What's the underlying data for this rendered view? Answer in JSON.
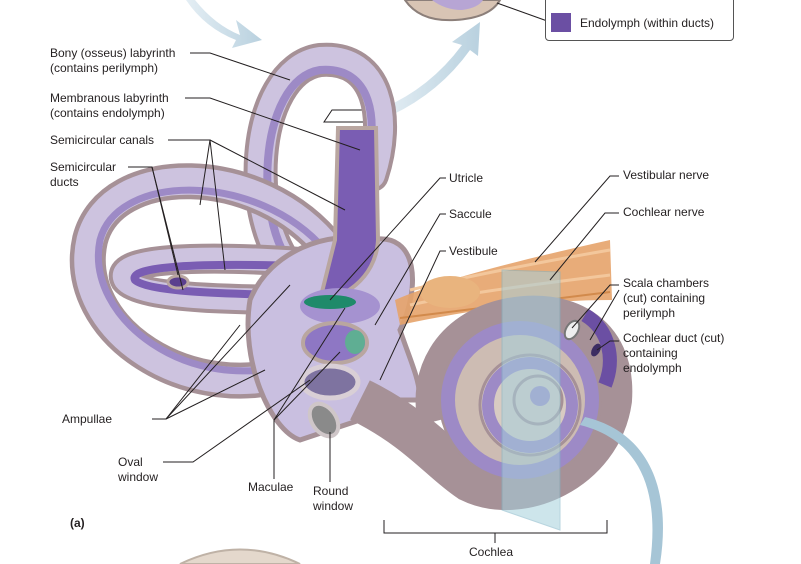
{
  "legend": {
    "label": "Endolymph (within ducts)",
    "swatch_color": "#6b4fa3"
  },
  "colors": {
    "perilymph": "#ccc3dd",
    "endolymph": "#7a5db3",
    "bone_outer": "#b9a6a0",
    "nerve": "#e6a36a",
    "leader": "#231f20"
  },
  "labels": {
    "bony_labyrinth": "Bony (osseus) labyrinth\n(contains perilymph)",
    "membranous_labyrinth": "Membranous labyrinth\n(contains endolymph)",
    "semicircular_canals": "Semicircular canals",
    "semicircular_ducts": "Semicircular\nducts",
    "utricle": "Utricle",
    "saccule": "Saccule",
    "vestibule": "Vestibule",
    "vestibular_nerve": "Vestibular nerve",
    "cochlear_nerve": "Cochlear nerve",
    "scala_chambers": "Scala chambers\n(cut) containing\nperilymph",
    "cochlear_duct": "Cochlear duct (cut)\ncontaining\nendolymph",
    "ampullae": "Ampullae",
    "oval_window": "Oval\nwindow",
    "maculae": "Maculae",
    "round_window": "Round\nwindow",
    "cochlea": "Cochlea",
    "panel": "(a)"
  }
}
